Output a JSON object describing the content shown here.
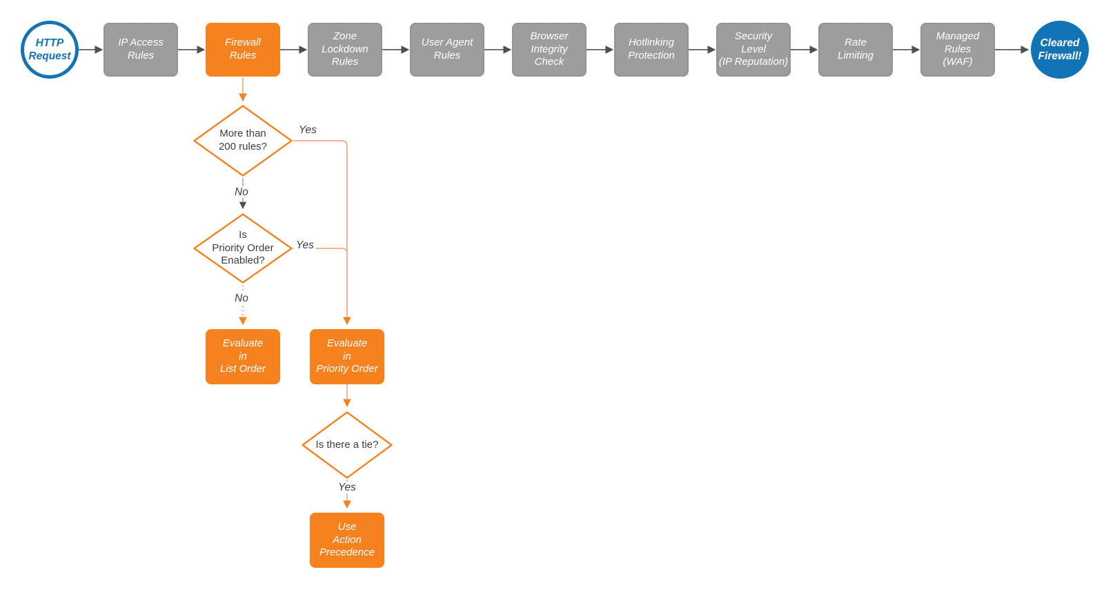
{
  "nodes": {
    "http_request": {
      "label": "HTTP\nRequest"
    },
    "ip_access_rules": {
      "label": "IP Access\nRules"
    },
    "firewall_rules": {
      "label": "Firewall\nRules"
    },
    "zone_lockdown_rules": {
      "label": "Zone\nLockdown\nRules"
    },
    "user_agent_rules": {
      "label": "User Agent\nRules"
    },
    "browser_integrity_check": {
      "label": "Browser\nIntegrity\nCheck"
    },
    "hotlinking_protection": {
      "label": "Hotlinking\nProtection"
    },
    "security_level": {
      "label": "Security\nLevel\n(IP Reputation)"
    },
    "rate_limiting": {
      "label": "Rate\nLimiting"
    },
    "managed_rules_waf": {
      "label": "Managed\nRules\n(WAF)"
    },
    "cleared_firewall": {
      "label": "Cleared\nFirewall!"
    },
    "decision_more_than_200": {
      "label": "More than\n200 rules?"
    },
    "decision_priority_order": {
      "label": "Is\nPriority Order\nEnabled?"
    },
    "decision_tie": {
      "label": "Is there a tie?"
    },
    "evaluate_list_order": {
      "label": "Evaluate\nin\nList Order"
    },
    "evaluate_priority_order": {
      "label": "Evaluate\nin\nPriority Order"
    },
    "use_action_precedence": {
      "label": "Use\nAction\nPrecedence"
    }
  },
  "edge_labels": {
    "more_than_200_yes": "Yes",
    "more_than_200_no": "No",
    "priority_order_yes": "Yes",
    "priority_order_no": "No",
    "tie_yes": "Yes"
  },
  "colors": {
    "orange": "#F6821F",
    "orange_line": "#F9A87E",
    "gray_node_fill": "#9D9DA0",
    "gray_line": "#5A5A5A",
    "blue": "#1273B5",
    "text_dark": "#3D3D3D",
    "background": "#FFFFFF"
  }
}
